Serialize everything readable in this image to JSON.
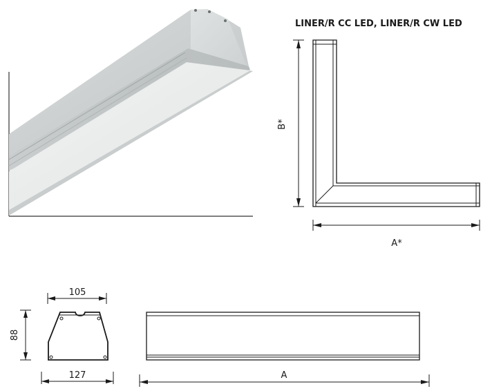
{
  "diagram": {
    "title": "LINER/R CC LED, LINER/R CW LED",
    "corner_view": {
      "dim_a_label": "A*",
      "dim_b_label": "B*"
    },
    "profile_view": {
      "top_width_label": "105",
      "bottom_width_label": "127",
      "height_label": "88"
    },
    "length_view": {
      "length_label": "A"
    }
  }
}
